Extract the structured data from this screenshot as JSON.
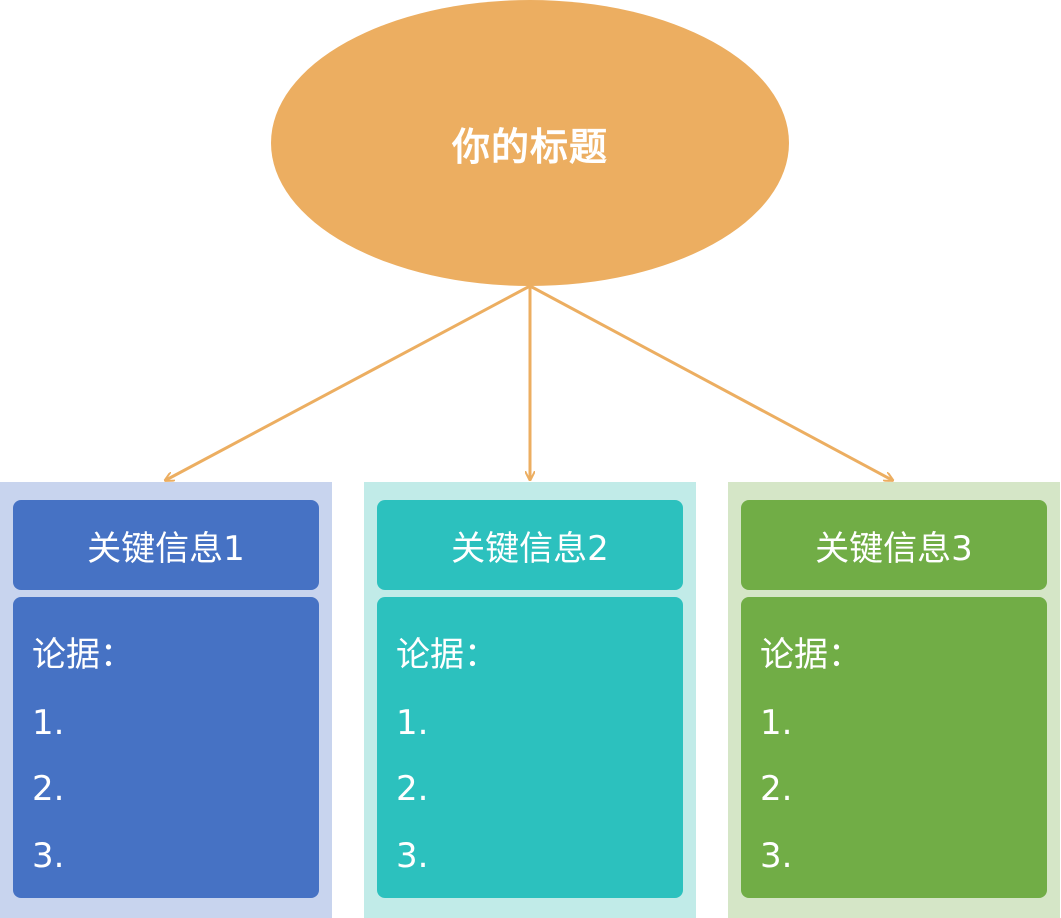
{
  "diagram": {
    "title": "你的标题",
    "colors": {
      "title_fill": "#ecae61",
      "connector": "#ecae61"
    },
    "branches": [
      {
        "heading": "关键信息1",
        "body_label": "论据：",
        "items": [
          "1.",
          "2.",
          "3."
        ],
        "colors": {
          "card": "#4672c4",
          "panel": "#c8d4ee"
        }
      },
      {
        "heading": "关键信息2",
        "body_label": "论据：",
        "items": [
          "1.",
          "2.",
          "3."
        ],
        "colors": {
          "card": "#2cc1be",
          "panel": "#c1ebe8"
        }
      },
      {
        "heading": "关键信息3",
        "body_label": "论据：",
        "items": [
          "1.",
          "2.",
          "3."
        ],
        "colors": {
          "card": "#71ad46",
          "panel": "#d5e6c7"
        }
      }
    ]
  }
}
